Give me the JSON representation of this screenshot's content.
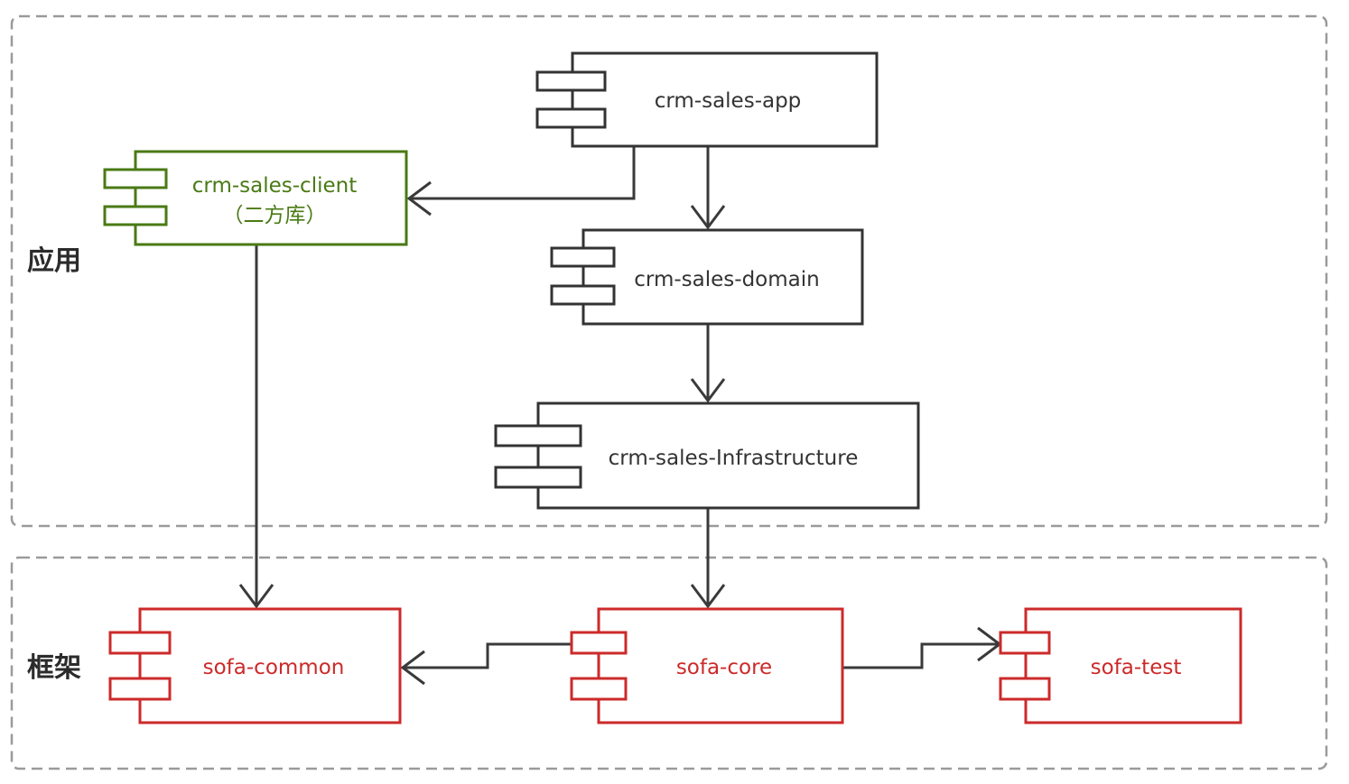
{
  "groups": {
    "application": {
      "label": "应用"
    },
    "framework": {
      "label": "框架"
    }
  },
  "colors": {
    "default": "#333333",
    "secondary_library": "#4a7a14",
    "framework": "#cc2a2a"
  },
  "components": {
    "crm_sales_app": {
      "name": "crm-sales-app"
    },
    "crm_sales_client": {
      "name": "crm-sales-client",
      "subtitle": "（二方库）"
    },
    "crm_sales_domain": {
      "name": "crm-sales-domain"
    },
    "crm_sales_infrastructure": {
      "name": "crm-sales-Infrastructure"
    },
    "sofa_common": {
      "name": "sofa-common"
    },
    "sofa_core": {
      "name": "sofa-core"
    },
    "sofa_test": {
      "name": "sofa-test"
    }
  },
  "dependencies": [
    {
      "from": "crm-sales-app",
      "to": "crm-sales-client"
    },
    {
      "from": "crm-sales-app",
      "to": "crm-sales-domain"
    },
    {
      "from": "crm-sales-domain",
      "to": "crm-sales-Infrastructure"
    },
    {
      "from": "crm-sales-client",
      "to": "sofa-common"
    },
    {
      "from": "crm-sales-Infrastructure",
      "to": "sofa-core"
    },
    {
      "from": "sofa-core",
      "to": "sofa-common"
    },
    {
      "from": "sofa-core",
      "to": "sofa-test"
    }
  ]
}
